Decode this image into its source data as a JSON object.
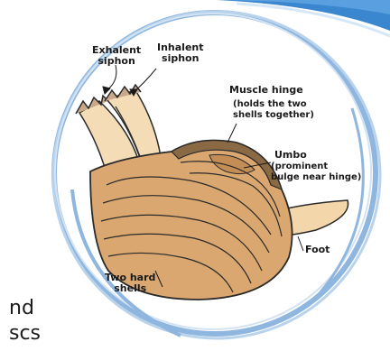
{
  "labels": {
    "exhalent_siphon": "Exhalent\nsiphon",
    "inhalent_siphon": "Inhalent\nsiphon",
    "muscle_hinge": "Muscle hinge",
    "muscle_hinge_note": "(holds the two\nshells together)",
    "umbo": "Umbo",
    "umbo_note": "(prominent\nbulge near hinge)",
    "foot": "Foot",
    "two_hard_shells": "Two hard\nshells"
  },
  "side_text": {
    "line1": "nd",
    "line2": "scs"
  },
  "colors": {
    "shell_fill": "#d9a76f",
    "shell_dark": "#8a6a44",
    "siphon_fill": "#f4dcb6",
    "foot_fill": "#f3d7ab",
    "circle_blue": "#8fb6de",
    "banner_blue": "#3a86cf"
  }
}
